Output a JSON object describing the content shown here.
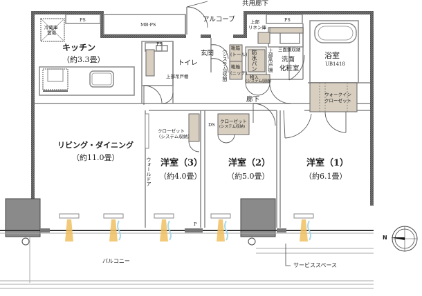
{
  "plan": {
    "rooms": {
      "kitchen": {
        "name": "キッチン",
        "area": "（約3.3畳）"
      },
      "living_dining": {
        "name": "リビング・ダイニング",
        "area": "（約11.0畳）"
      },
      "western3": {
        "name": "洋室（3）",
        "area": "（約4.0畳）"
      },
      "western2": {
        "name": "洋室（2）",
        "area": "（約5.0畳）"
      },
      "western1": {
        "name": "洋室（1）",
        "area": "（約6.1畳）"
      },
      "toilet": {
        "name": "トイレ"
      },
      "entrance": {
        "name": "玄関"
      },
      "washroom": {
        "name": "洗面\n化粧室",
        "line1": "洗面",
        "line2": "化粧室"
      },
      "bathroom": {
        "name": "浴室",
        "model": "UB1418"
      },
      "hallway": {
        "name": "廊下"
      },
      "alcove": {
        "name": "アルコーブ"
      },
      "balcony": {
        "name": "バルコニー"
      }
    },
    "labels": {
      "common_corridor": "共用廊下",
      "fridge_space_1": "冷蔵庫",
      "fridge_space_2": "置場",
      "ps_kitchen": "PS",
      "ps_toilet": "PS",
      "ps_wash": "PS",
      "mbps": "MB·PS",
      "ds": "DS",
      "toilet_upper_cabinet": "上部吊戸棚",
      "linen_1": "上部",
      "linen_2": "リネン庫",
      "waterproof_pan": "防水パン",
      "wash_upper_cabinet": "上部吊戸棚",
      "three_mirror": "三面鏡収納",
      "shoe_tall": "靴箱（トール）",
      "shoe_tall_1": "靴箱",
      "shoe_tall_2": "(トール)",
      "shoe_niche_1": "靴箱",
      "shoe_niche_2": "(ニッチ)",
      "entrance_system_storage": "（システム収納）",
      "storage_1": "物入",
      "storage_2": "(システム収納)",
      "closet3_1": "クローゼット",
      "closet3_2": "（システム収納）",
      "closet2_1": "クローゼット",
      "closet2_2": "(システム収納)",
      "walkin_1": "ウォークイン",
      "walkin_2": "クローゼット",
      "wall_door": "ウォールドア",
      "pipe": "P",
      "service_space": "サービススペース",
      "north": "N"
    },
    "colors": {
      "wall": "#555555",
      "storage_fill": "#d8cfc0",
      "outdoor_unit": "#8a8a8a",
      "light_beam": "#f0c060",
      "breeze": "#a8d8e8"
    }
  }
}
